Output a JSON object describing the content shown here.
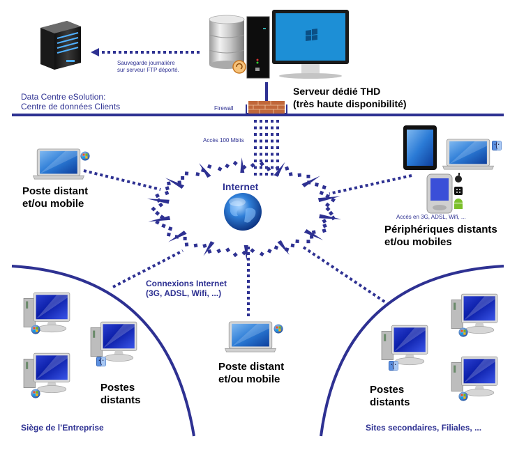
{
  "colors": {
    "line": "#2e3192",
    "text_blue": "#2e3192",
    "text_black": "#000000",
    "screen_blue": "#1f5fc8",
    "brick": "#b5562e"
  },
  "datacenter": {
    "title_line1": "Data Centre eSolution:",
    "title_line2": "Centre de données Clients",
    "backup_line1": "Sauvegarde  journalière",
    "backup_line2": "sur serveur  FTP déporté.",
    "server_label_line1": "Serveur dédié THD",
    "server_label_line2": "(très haute disponibilité)",
    "firewall_label": "Firewall",
    "access_label": "Accès  100 Mbits"
  },
  "internet": {
    "label": "Internet",
    "connections_line1": "Connexions Internet",
    "connections_line2": "(3G, ADSL, Wifi, ...)"
  },
  "remote_left": {
    "line1": "Poste distant",
    "line2": "et/ou mobile"
  },
  "remote_bottom": {
    "line1": "Poste distant",
    "line2": "et/ou mobile"
  },
  "mobile_devices": {
    "access_label": "Accès  en 3G, ADSL, Wifi, ...",
    "line1": "Périphériques distants",
    "line2": "et/ou mobiles"
  },
  "headquarters": {
    "site_label": "Siège de l’Entreprise",
    "postes_line1": "Postes",
    "postes_line2": "distants"
  },
  "branches": {
    "site_label": "Sites secondaires, Filiales, ...",
    "postes_line1": "Postes",
    "postes_line2": "distants"
  },
  "icons": {
    "backup_server": "rack-server-icon",
    "database": "database-icon",
    "tower": "pc-tower-icon",
    "monitor": "monitor-icon",
    "firewall": "firewall-icon",
    "globe": "globe-icon",
    "laptop": "laptop-icon",
    "tablet": "tablet-icon",
    "smartphone": "smartphone-icon",
    "desktop": "desktop-computer-icon",
    "windows": "windows-logo-icon",
    "mac": "mac-finder-icon",
    "apple": "apple-logo-icon",
    "blackberry": "blackberry-logo-icon",
    "android": "android-logo-icon"
  }
}
